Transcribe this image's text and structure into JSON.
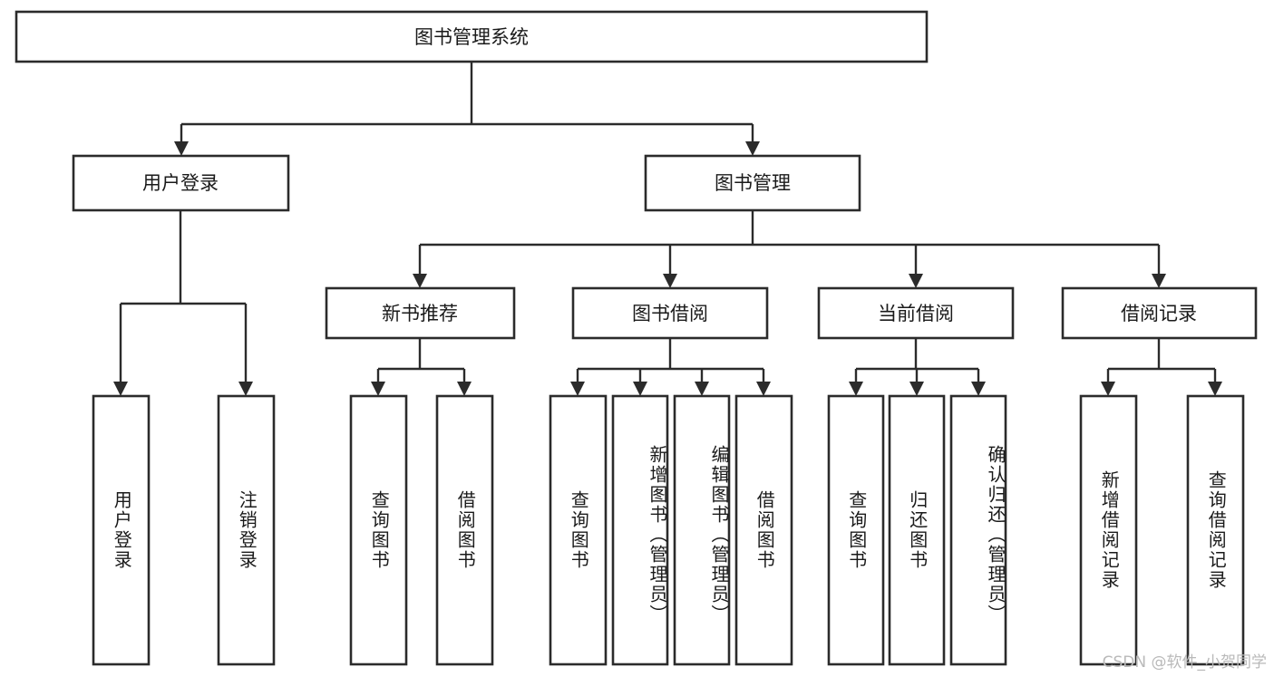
{
  "diagram": {
    "title": "图书管理系统",
    "type": "tree",
    "watermark": "CSDN @软件_小贺同学",
    "root": {
      "label": "图书管理系统"
    },
    "level2": [
      {
        "label": "用户登录"
      },
      {
        "label": "图书管理"
      }
    ],
    "level3": [
      {
        "label": "新书推荐"
      },
      {
        "label": "图书借阅"
      },
      {
        "label": "当前借阅"
      },
      {
        "label": "借阅记录"
      }
    ],
    "leaves": {
      "user_login": [
        {
          "label": "用户登录"
        },
        {
          "label": "注销登录"
        }
      ],
      "new_book_recommend": [
        {
          "label": "查询图书"
        },
        {
          "label": "借阅图书"
        }
      ],
      "book_borrow": [
        {
          "label": "查询图书"
        },
        {
          "label": "新增图书（管理员）"
        },
        {
          "label": "编辑图书（管理员）"
        },
        {
          "label": "借阅图书"
        }
      ],
      "current_borrow": [
        {
          "label": "查询图书"
        },
        {
          "label": "归还图书"
        },
        {
          "label": "确认归还（管理员）"
        }
      ],
      "borrow_record": [
        {
          "label": "新增借阅记录"
        },
        {
          "label": "查询借阅记录"
        }
      ]
    },
    "colors": {
      "stroke": "#2b2b2b",
      "fill": "#ffffff",
      "text": "#1a1a1a",
      "watermark": "#b9b9b9"
    }
  }
}
